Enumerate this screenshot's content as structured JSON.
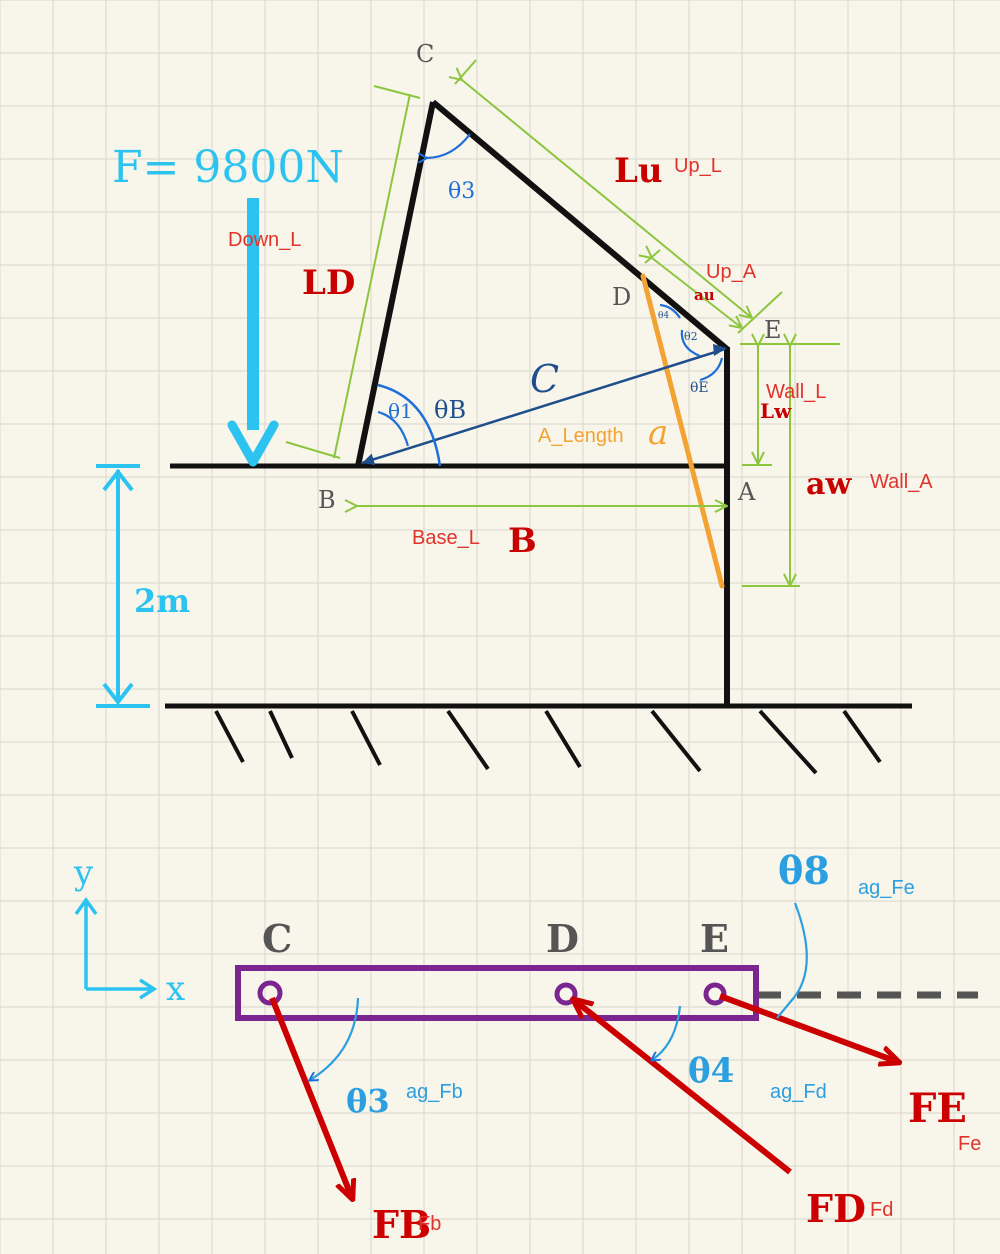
{
  "colors": {
    "paper": "#f8f5ea",
    "grid": "#d9d6cc",
    "ink": "#111111",
    "grey_label": "#555555",
    "force_cyan": "#2cc3f0",
    "dim_green": "#8cc63f",
    "link_orange": "#f2a333",
    "vector_blue": "#1e4f8c",
    "angle_blue": "#1e6fd9",
    "red_label": "#c80000",
    "red_arrow": "#cc0000",
    "purple_bar": "#7a2590",
    "typed_red": "#e0332c",
    "typed_blue": "#2b9fe0",
    "dashed_grey": "#555555"
  },
  "top_diagram": {
    "points": {
      "C": "C",
      "D": "D",
      "E": "E",
      "A": "A",
      "B": "B"
    },
    "force_label": "F= 9800N",
    "height_label": "2m",
    "symbols": {
      "L_u": "Lu",
      "L_D": "LD",
      "C": "C",
      "a": "a",
      "B": "B",
      "L_w": "Lw",
      "a_w": "aw",
      "a_u": "au"
    },
    "angles": {
      "theta_3": "θ3",
      "theta_1": "θ1",
      "theta_B": "θB",
      "theta_E": "θE",
      "theta_4": "θ4",
      "theta_2": "θ2"
    },
    "variable_names": {
      "up_l": "Up_L",
      "down_l": "Down_L",
      "up_a": "Up_A",
      "wall_l": "Wall_L",
      "wall_a": "Wall_A",
      "a_length": "A_Length",
      "base_l": "Base_L"
    }
  },
  "fbd": {
    "axes": {
      "y": "y",
      "x": "x"
    },
    "points": {
      "C": "C",
      "D": "D",
      "E": "E"
    },
    "angles": {
      "theta_3": "θ3",
      "theta_4": "θ4",
      "theta_8": "θ8"
    },
    "force_labels": {
      "FB": "FB",
      "FD": "FD",
      "FE": "FE"
    },
    "variable_names": {
      "ag_fb": "ag_Fb",
      "ag_fd": "ag_Fd",
      "ag_fe": "ag_Fe",
      "fb": "Fb",
      "fd": "Fd",
      "fe": "Fe"
    }
  }
}
